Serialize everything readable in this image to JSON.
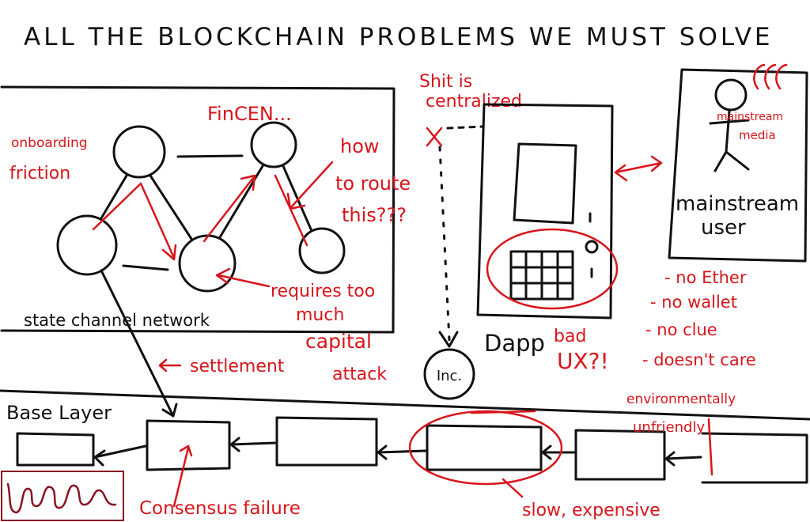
{
  "title": "ALL THE BLOCKCHAIN PROBLEMS WE MUST SOLVE",
  "colors": {
    "ink": "#111111",
    "annotation": "#d8151b",
    "background": "#ffffff"
  },
  "state_channel": {
    "label": "state channel network",
    "annotations": {
      "onboarding_line1": "onboarding",
      "onboarding_line2": "friction",
      "fincen": "FinCEN...",
      "route_line1": "how",
      "route_line2": "to route",
      "route_line3": "this???",
      "capital_line1": "requires too",
      "capital_line2": "much",
      "capital_line3": "capital",
      "attack": "attack"
    }
  },
  "settlement": "settlement",
  "centralized_line1": "Shit is",
  "centralized_line2": "centralized",
  "inc": "Inc.",
  "dapp": {
    "label": "Dapp",
    "bad_ux_line1": "bad",
    "bad_ux_line2": "UX?!"
  },
  "user": {
    "label_line1": "mainstream",
    "label_line2": "user",
    "media_line1": "mainstream",
    "media_line2": "media",
    "traits": [
      "- no Ether",
      "- no wallet",
      "- no clue",
      "- doesn't care"
    ]
  },
  "base_layer": {
    "label": "Base Layer",
    "environment_line1": "environmentally",
    "environment_line2": "unfriendly",
    "consensus": "Consensus failure",
    "slow": "slow, expensive"
  },
  "signature_icon": "handwritten-signature"
}
